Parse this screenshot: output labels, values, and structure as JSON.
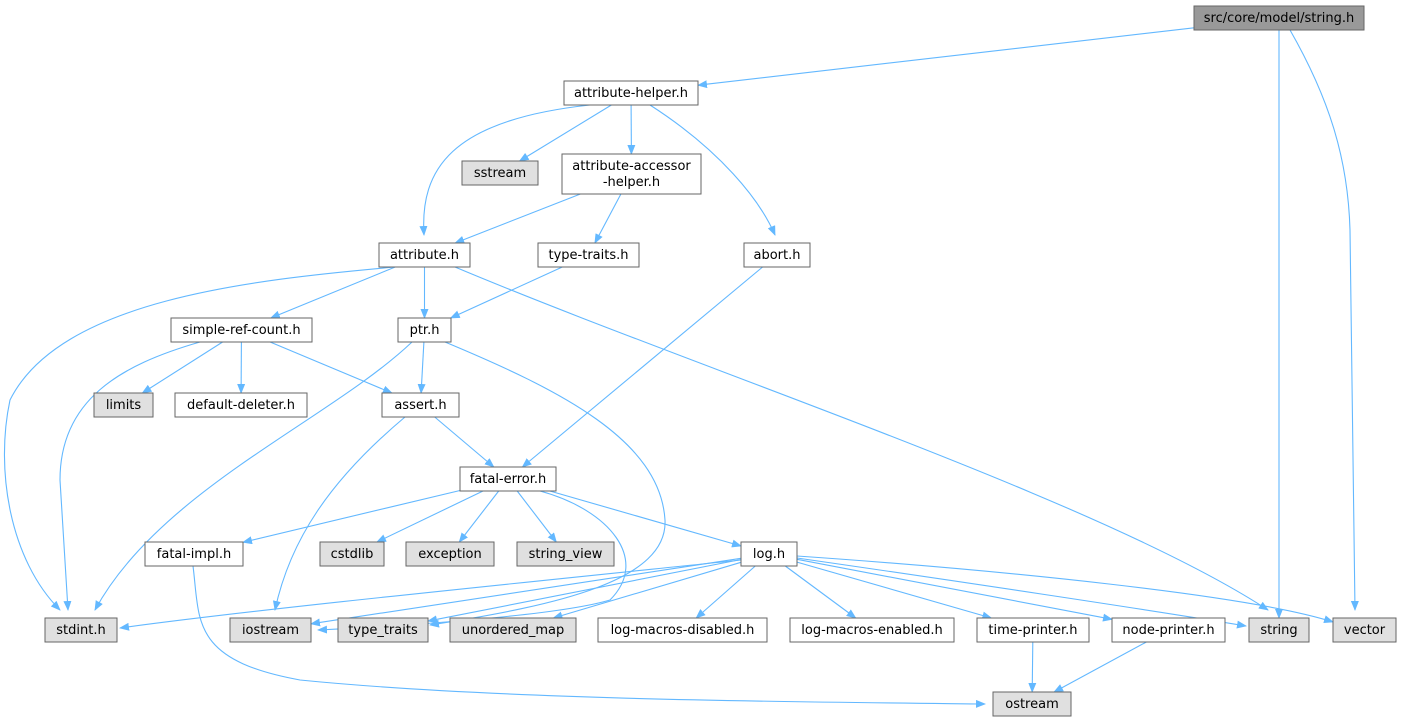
{
  "colors": {
    "edge": "#63b8ff",
    "root_fill": "#999999",
    "doc_fill": "#ffffff",
    "external_fill": "#e0e0e0",
    "border": "#666666",
    "text": "#000000"
  },
  "nodes": [
    {
      "id": "string-h",
      "lines": [
        "src/core/model/string.h"
      ],
      "kind": "root"
    },
    {
      "id": "attribute-helper-h",
      "lines": [
        "attribute-helper.h"
      ],
      "kind": "doc"
    },
    {
      "id": "sstream",
      "lines": [
        "sstream"
      ],
      "kind": "external"
    },
    {
      "id": "attribute-accessor-helper-h",
      "lines": [
        "attribute-accessor",
        "-helper.h"
      ],
      "kind": "doc"
    },
    {
      "id": "abort-h",
      "lines": [
        "abort.h"
      ],
      "kind": "doc"
    },
    {
      "id": "attribute-h",
      "lines": [
        "attribute.h"
      ],
      "kind": "doc"
    },
    {
      "id": "type-traits-h",
      "lines": [
        "type-traits.h"
      ],
      "kind": "doc"
    },
    {
      "id": "simple-ref-count-h",
      "lines": [
        "simple-ref-count.h"
      ],
      "kind": "doc"
    },
    {
      "id": "ptr-h",
      "lines": [
        "ptr.h"
      ],
      "kind": "doc"
    },
    {
      "id": "limits",
      "lines": [
        "limits"
      ],
      "kind": "external"
    },
    {
      "id": "default-deleter-h",
      "lines": [
        "default-deleter.h"
      ],
      "kind": "doc"
    },
    {
      "id": "assert-h",
      "lines": [
        "assert.h"
      ],
      "kind": "doc"
    },
    {
      "id": "fatal-error-h",
      "lines": [
        "fatal-error.h"
      ],
      "kind": "doc"
    },
    {
      "id": "fatal-impl-h",
      "lines": [
        "fatal-impl.h"
      ],
      "kind": "doc"
    },
    {
      "id": "cstdlib",
      "lines": [
        "cstdlib"
      ],
      "kind": "external"
    },
    {
      "id": "exception",
      "lines": [
        "exception"
      ],
      "kind": "external"
    },
    {
      "id": "string-view",
      "lines": [
        "string_view"
      ],
      "kind": "external"
    },
    {
      "id": "log-h",
      "lines": [
        "log.h"
      ],
      "kind": "doc"
    },
    {
      "id": "stdint-h",
      "lines": [
        "stdint.h"
      ],
      "kind": "external"
    },
    {
      "id": "iostream",
      "lines": [
        "iostream"
      ],
      "kind": "external"
    },
    {
      "id": "type-traits",
      "lines": [
        "type_traits"
      ],
      "kind": "external"
    },
    {
      "id": "unordered-map",
      "lines": [
        "unordered_map"
      ],
      "kind": "external"
    },
    {
      "id": "log-macros-disabled-h",
      "lines": [
        "log-macros-disabled.h"
      ],
      "kind": "doc"
    },
    {
      "id": "log-macros-enabled-h",
      "lines": [
        "log-macros-enabled.h"
      ],
      "kind": "doc"
    },
    {
      "id": "time-printer-h",
      "lines": [
        "time-printer.h"
      ],
      "kind": "doc"
    },
    {
      "id": "node-printer-h",
      "lines": [
        "node-printer.h"
      ],
      "kind": "doc"
    },
    {
      "id": "string",
      "lines": [
        "string"
      ],
      "kind": "external"
    },
    {
      "id": "vector",
      "lines": [
        "vector"
      ],
      "kind": "external"
    },
    {
      "id": "ostream",
      "lines": [
        "ostream"
      ],
      "kind": "external"
    }
  ],
  "edges": [
    {
      "from": "string-h",
      "to": "attribute-helper-h"
    },
    {
      "from": "string-h",
      "to": "string"
    },
    {
      "from": "string-h",
      "to": "vector"
    },
    {
      "from": "attribute-helper-h",
      "to": "attribute-h"
    },
    {
      "from": "attribute-helper-h",
      "to": "sstream"
    },
    {
      "from": "attribute-helper-h",
      "to": "attribute-accessor-helper-h"
    },
    {
      "from": "attribute-helper-h",
      "to": "abort-h"
    },
    {
      "from": "attribute-accessor-helper-h",
      "to": "attribute-h"
    },
    {
      "from": "attribute-accessor-helper-h",
      "to": "type-traits-h"
    },
    {
      "from": "attribute-h",
      "to": "stdint-h"
    },
    {
      "from": "attribute-h",
      "to": "simple-ref-count-h"
    },
    {
      "from": "attribute-h",
      "to": "ptr-h"
    },
    {
      "from": "attribute-h",
      "to": "string"
    },
    {
      "from": "type-traits-h",
      "to": "ptr-h"
    },
    {
      "from": "abort-h",
      "to": "fatal-error-h"
    },
    {
      "from": "simple-ref-count-h",
      "to": "stdint-h"
    },
    {
      "from": "simple-ref-count-h",
      "to": "limits"
    },
    {
      "from": "simple-ref-count-h",
      "to": "default-deleter-h"
    },
    {
      "from": "simple-ref-count-h",
      "to": "assert-h"
    },
    {
      "from": "ptr-h",
      "to": "assert-h"
    },
    {
      "from": "ptr-h",
      "to": "stdint-h"
    },
    {
      "from": "ptr-h",
      "to": "type-traits"
    },
    {
      "from": "assert-h",
      "to": "fatal-error-h"
    },
    {
      "from": "assert-h",
      "to": "iostream"
    },
    {
      "from": "fatal-error-h",
      "to": "fatal-impl-h"
    },
    {
      "from": "fatal-error-h",
      "to": "cstdlib"
    },
    {
      "from": "fatal-error-h",
      "to": "exception"
    },
    {
      "from": "fatal-error-h",
      "to": "string-view"
    },
    {
      "from": "fatal-error-h",
      "to": "log-h"
    },
    {
      "from": "fatal-error-h",
      "to": "iostream"
    },
    {
      "from": "fatal-impl-h",
      "to": "ostream"
    },
    {
      "from": "log-h",
      "to": "stdint-h"
    },
    {
      "from": "log-h",
      "to": "iostream"
    },
    {
      "from": "log-h",
      "to": "type-traits"
    },
    {
      "from": "log-h",
      "to": "unordered-map"
    },
    {
      "from": "log-h",
      "to": "log-macros-disabled-h"
    },
    {
      "from": "log-h",
      "to": "log-macros-enabled-h"
    },
    {
      "from": "log-h",
      "to": "time-printer-h"
    },
    {
      "from": "log-h",
      "to": "node-printer-h"
    },
    {
      "from": "log-h",
      "to": "string"
    },
    {
      "from": "log-h",
      "to": "vector"
    },
    {
      "from": "time-printer-h",
      "to": "ostream"
    },
    {
      "from": "node-printer-h",
      "to": "ostream"
    }
  ]
}
